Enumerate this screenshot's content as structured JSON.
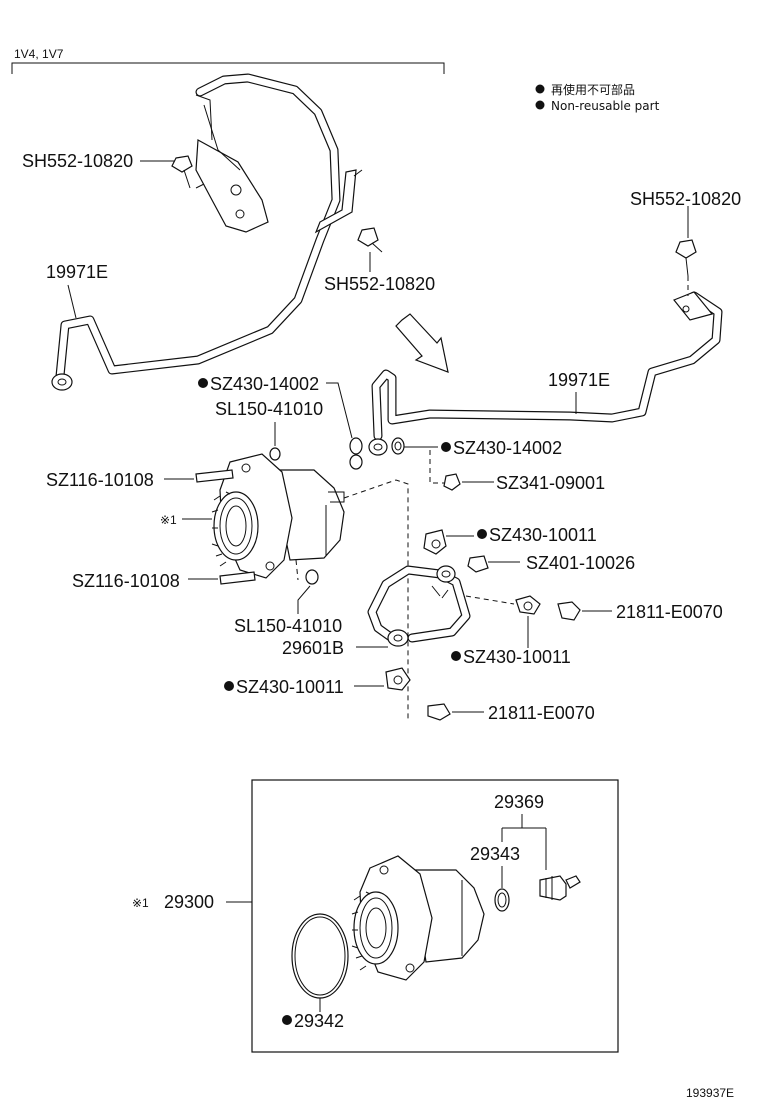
{
  "variant": "1V4, 1V7",
  "legend": {
    "jp": "再使用不可部品",
    "en": "Non-reusable part"
  },
  "labels": {
    "sh552_a": "SH552-10820",
    "sh552_b": "SH552-10820",
    "sh552_c": "SH552-10820",
    "p19971_left": "19971E",
    "p19971_right": "19971E",
    "sz430_14002_a": "SZ430-14002",
    "sl150_41010_a": "SL150-41010",
    "sz430_14002_b": "SZ430-14002",
    "sz116_a": "SZ116-10108",
    "sz341": "SZ341-09001",
    "ref_mark": "※1",
    "sz430_10011_a": "SZ430-10011",
    "sz401": "SZ401-10026",
    "sz116_b": "SZ116-10108",
    "p21811_a": "21811-E0070",
    "sl150_41010_b": "SL150-41010",
    "p29601": "29601B",
    "sz430_10011_b": "SZ430-10011",
    "sz430_10011_c": "SZ430-10011",
    "p21811_b": "21811-E0070",
    "p29369": "29369",
    "p29343": "29343",
    "ref_mark_2": "※1",
    "p29300": "29300",
    "p29342": "29342"
  },
  "figure_id": "193937E"
}
